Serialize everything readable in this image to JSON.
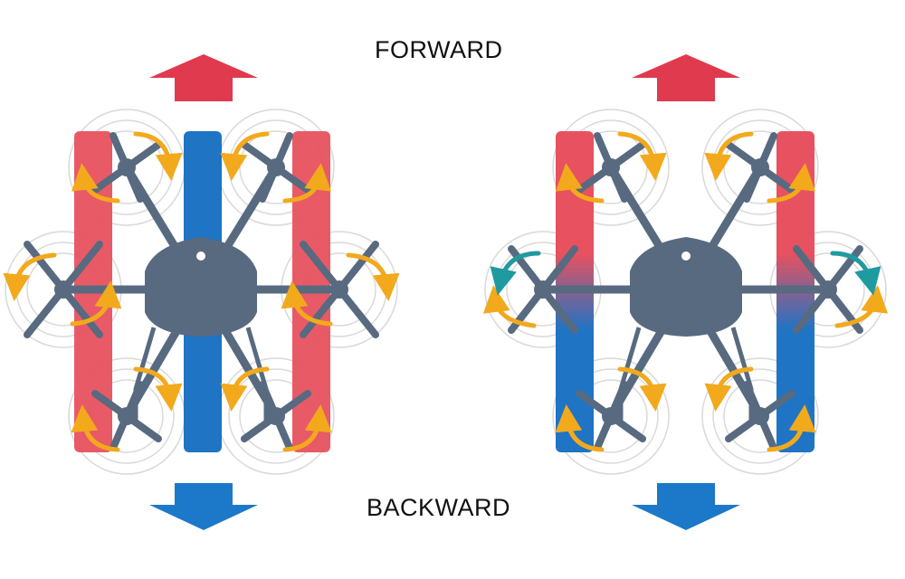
{
  "labels": {
    "forward": "FORWARD",
    "backward": "BACKWARD"
  },
  "colors": {
    "forward_red": "#e03a4e",
    "red_bar": "#e8515f",
    "blue_bar": "#1f74c4",
    "backward_blue": "#1c78c9",
    "drone_gray": "#586a80",
    "rotation_arrow_orange": "#f2a91c",
    "rotation_arrow_teal": "#1f9aa0",
    "ring_gray": "#d9d9d9"
  },
  "diagrams": [
    {
      "id": "hexacopter",
      "arms": 6,
      "bars": [
        "red",
        "blue",
        "red"
      ],
      "arrow_up": "forward-arrow",
      "arrow_down": "backward-arrow",
      "rotation_arrows": "orange"
    },
    {
      "id": "hexacopter-pitch",
      "arms": 6,
      "bars": [
        "red-to-blue",
        "red-to-blue"
      ],
      "arrow_up": "forward-arrow",
      "arrow_down": "backward-arrow",
      "rotation_arrows": "orange-and-teal"
    }
  ]
}
